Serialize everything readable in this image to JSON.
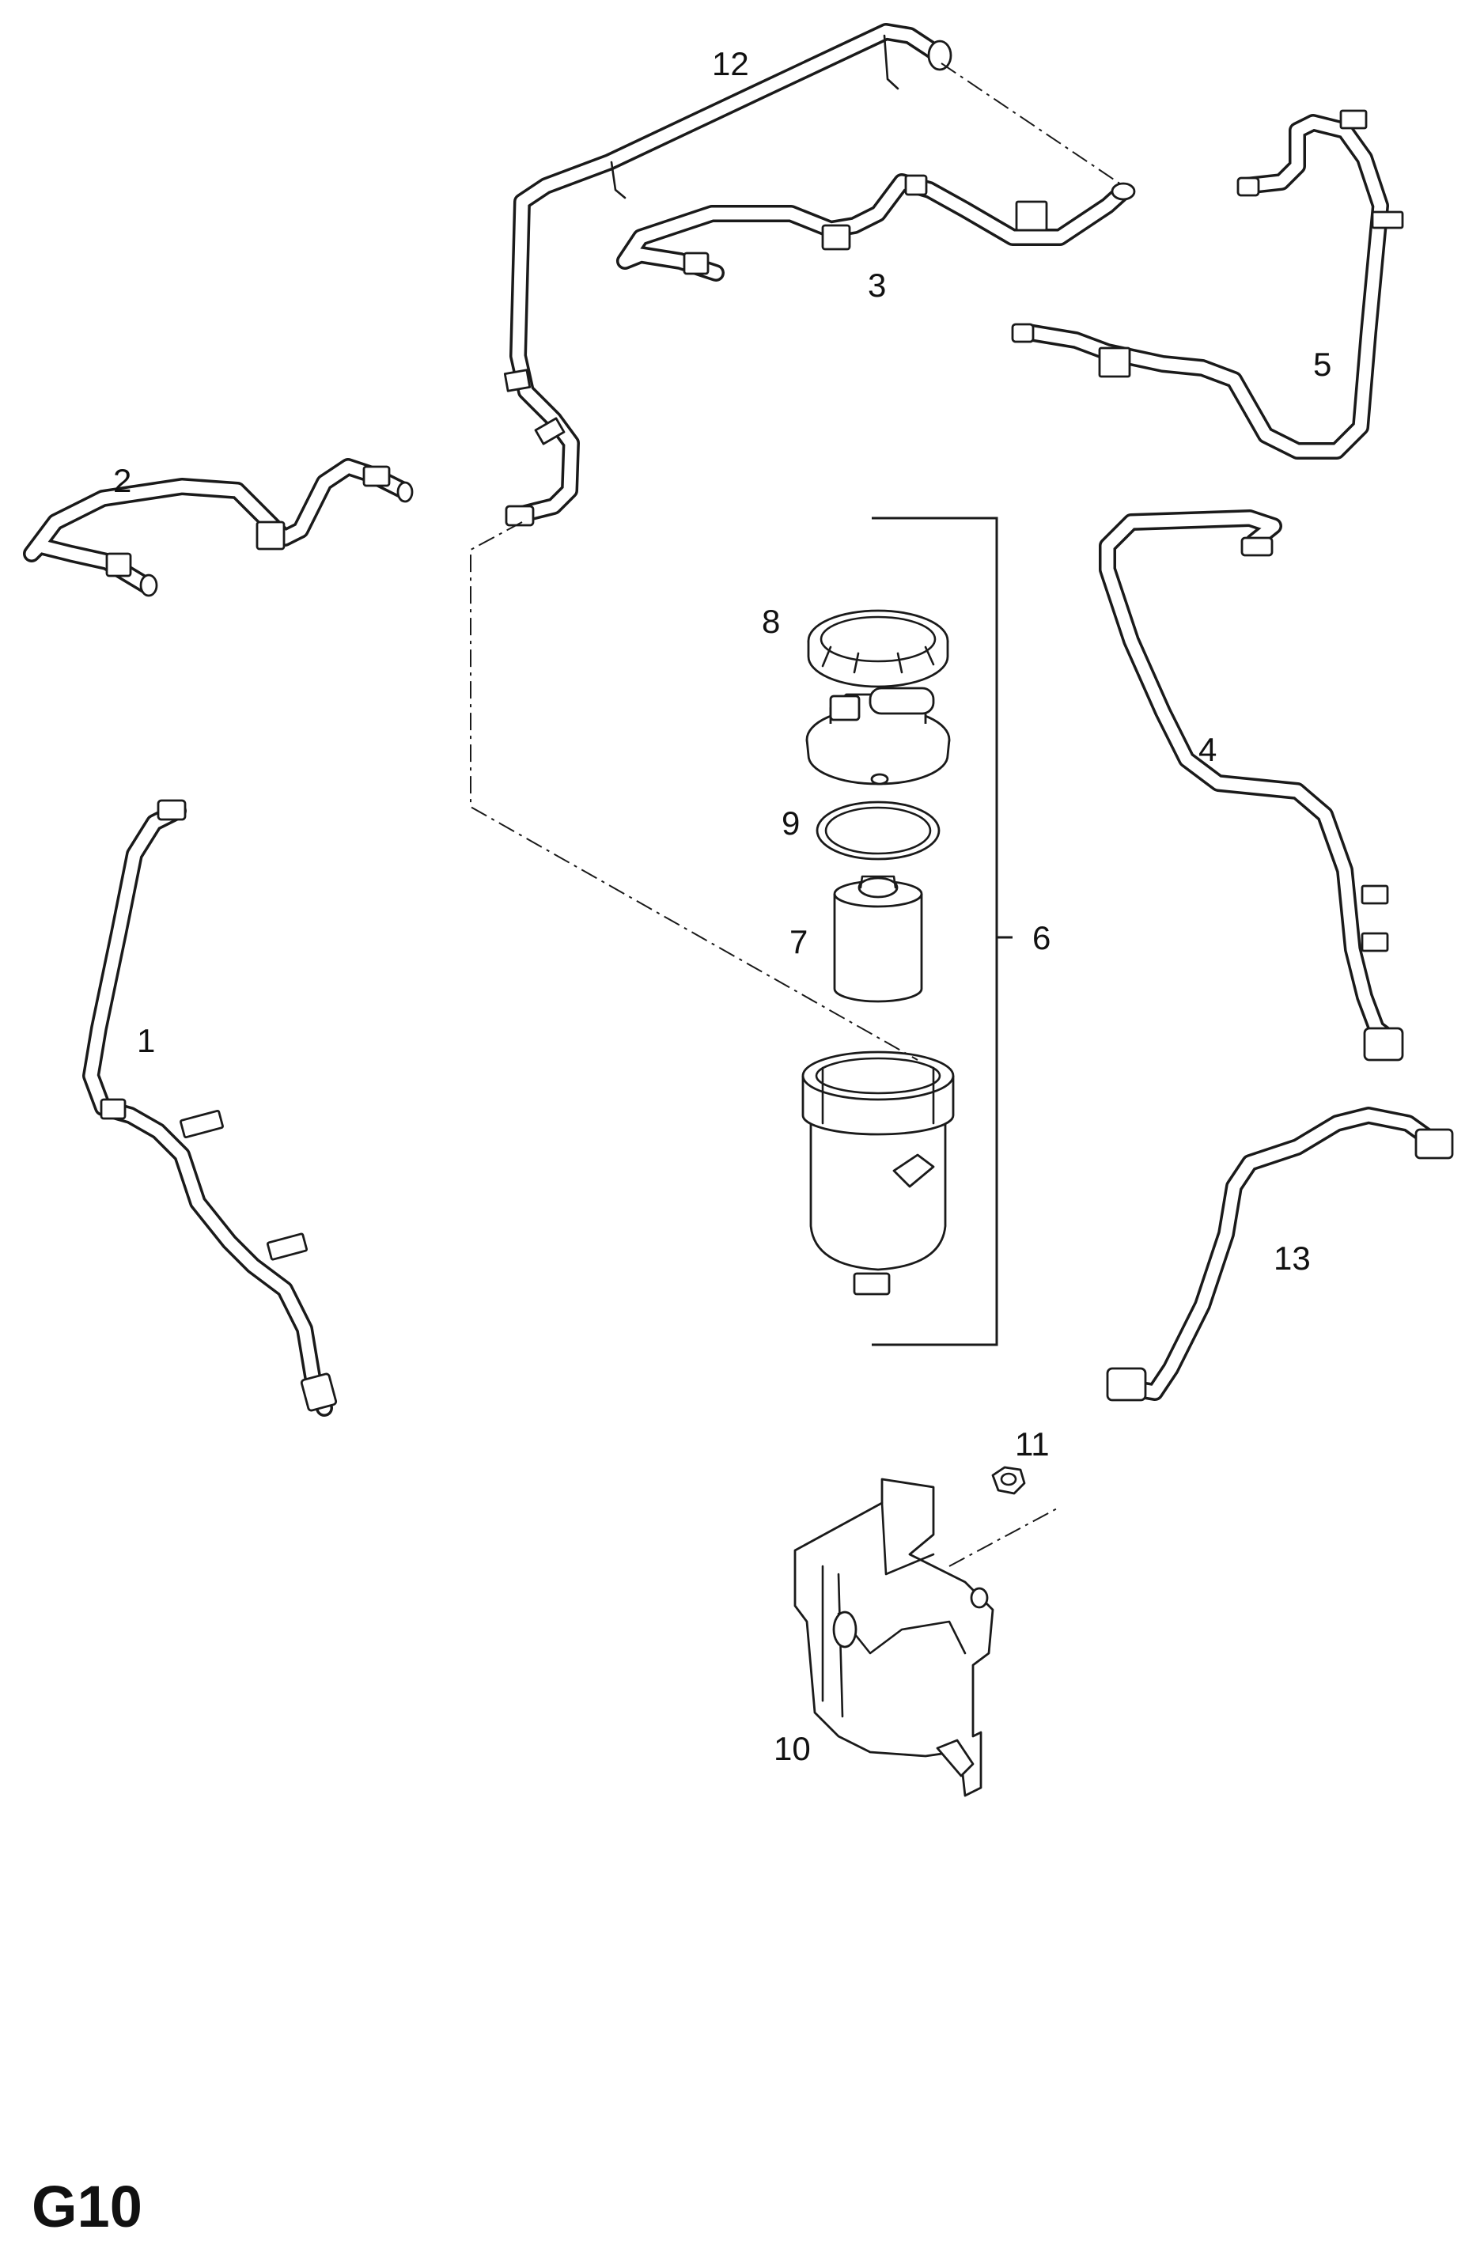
{
  "diagram": {
    "page_code": "G10",
    "callouts": {
      "p1": "1",
      "p2": "2",
      "p3": "3",
      "p4": "4",
      "p5": "5",
      "p6": "6",
      "p7": "7",
      "p8": "8",
      "p9": "9",
      "p10": "10",
      "p11": "11",
      "p12": "12",
      "p13": "13"
    }
  }
}
